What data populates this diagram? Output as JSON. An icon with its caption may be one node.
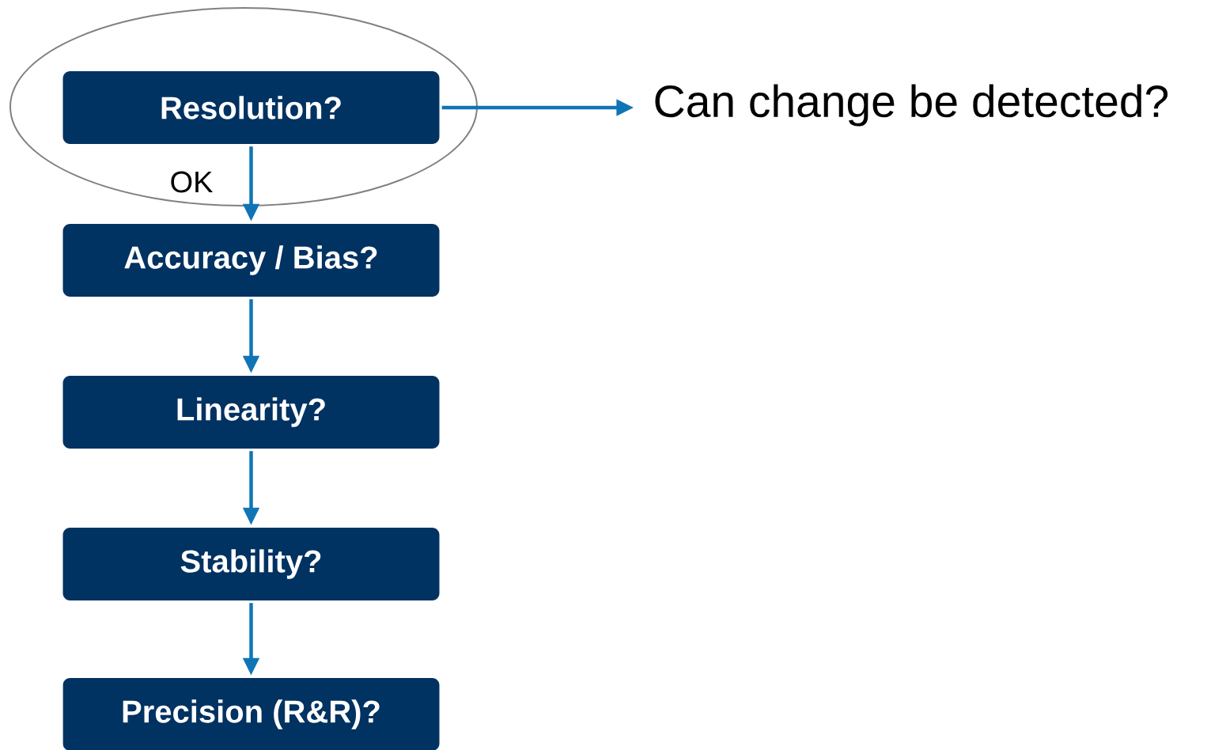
{
  "diagram": {
    "nodes": [
      {
        "text": [],
        "shape": "ellipse"
      },
      {
        "text": [
          "Resolution?"
        ],
        "in": 0
      },
      {
        "text": [
          "Accuracy / Bias?"
        ]
      },
      {
        "text": [
          "Linearity?"
        ]
      },
      {
        "text": [
          "Stability?"
        ]
      },
      {
        "text": [
          "Precision (R&R)?"
        ]
      },
      {
        "text": [
          "Can change be detected?"
        ]
      }
    ],
    "edges": [
      {
        "from": 1,
        "to": 6,
        "arrow": "to"
      },
      {
        "from": 1,
        "to": 2,
        "arrow": "to",
        "label": "OK"
      },
      {
        "from": 2,
        "to": 3,
        "arrow": "to"
      },
      {
        "from": 3,
        "to": 4,
        "arrow": "to"
      },
      {
        "from": 4,
        "to": 5,
        "arrow": "to"
      }
    ]
  }
}
